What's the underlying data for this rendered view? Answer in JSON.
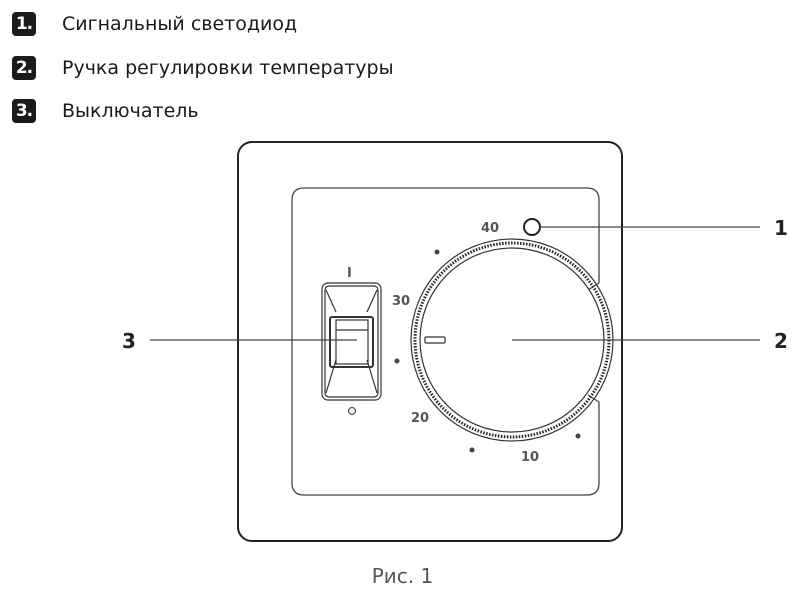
{
  "legend": [
    {
      "num": "1.",
      "label": "Сигнальный светодиод"
    },
    {
      "num": "2.",
      "label": "Ручка регулировки температуры"
    },
    {
      "num": "3.",
      "label": "Выключатель"
    }
  ],
  "dial": {
    "marks": [
      "40",
      "30",
      "20",
      "10"
    ]
  },
  "switch": {
    "on": "I",
    "off": "O"
  },
  "callouts": [
    "1",
    "2",
    "3"
  ],
  "caption": "Рис. 1"
}
